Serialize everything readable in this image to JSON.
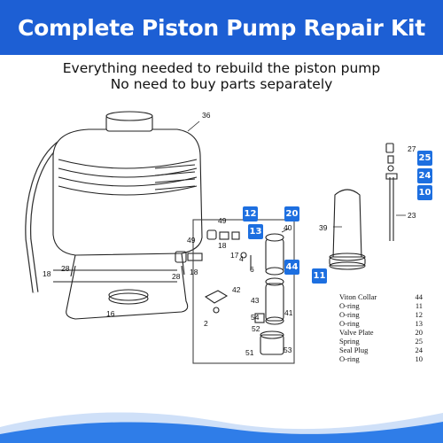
{
  "banner": {
    "title": "Complete Piston Pump Repair Kit"
  },
  "subtitle": {
    "line1": "Everything needed to rebuild the piston pump",
    "line2": "No need to buy parts separately"
  },
  "callouts": [
    "12",
    "20",
    "13",
    "44",
    "11",
    "25",
    "24",
    "10"
  ],
  "parts_list": [
    {
      "name": "Viton  Collar",
      "num": "44"
    },
    {
      "name": "O-ring",
      "num": "11"
    },
    {
      "name": "O-ring",
      "num": "12"
    },
    {
      "name": "O-ring",
      "num": "13"
    },
    {
      "name": "Valve Plate",
      "num": "20"
    },
    {
      "name": "Spring",
      "num": "25"
    },
    {
      "name": "Seal Plug",
      "num": "24"
    },
    {
      "name": "O-ring",
      "num": "10"
    }
  ],
  "diagram_labels": [
    "36",
    "27",
    "23",
    "39",
    "40",
    "49",
    "18",
    "17",
    "4",
    "6",
    "49",
    "18",
    "28",
    "18",
    "28",
    "16",
    "42",
    "2",
    "43",
    "54",
    "41",
    "52",
    "53",
    "51"
  ],
  "colors": {
    "banner": "#1d5fd4",
    "callout": "#1d6fe0",
    "wave": "#2f7de8"
  }
}
